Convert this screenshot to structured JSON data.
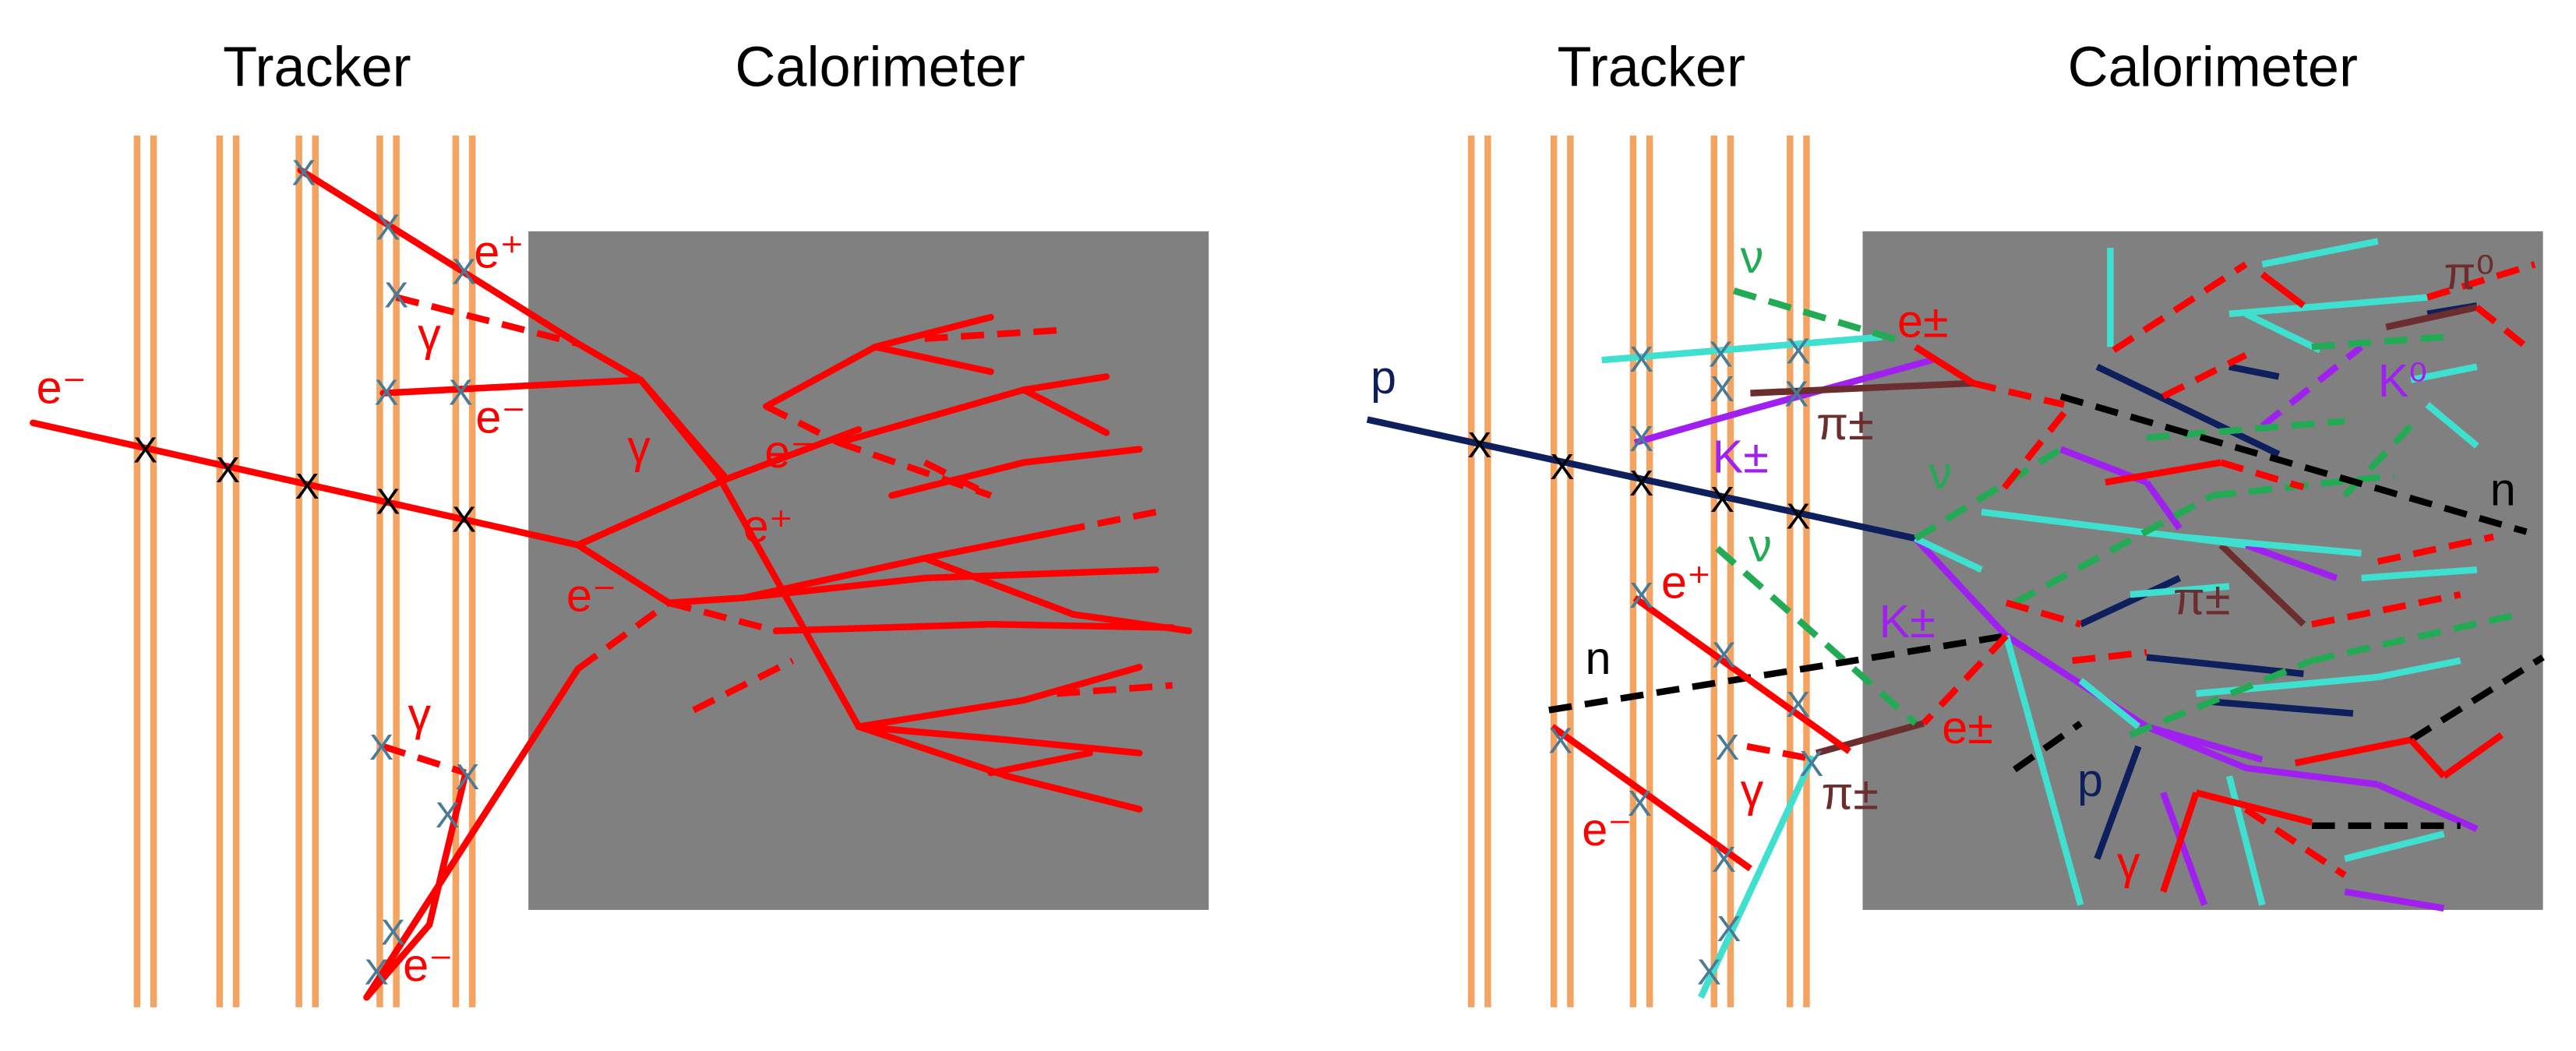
{
  "colors": {
    "tracker": "#F4A460",
    "calorimeter": "#808080",
    "electron": "#FF0000",
    "proton": "#0D1F5C",
    "kaon": "#A020F0",
    "pion_charged": "#6B2D2D",
    "neutrino": "#22AA55",
    "neutron": "#000000",
    "pion_neutral": "#6B2D2D",
    "secondary": "#40E0D0",
    "hit_marker": "#4A7A95",
    "hit_marker_dark": "#000000"
  },
  "left_panel": {
    "tracker_label": "Tracker",
    "calorimeter_label": "Calorimeter",
    "labels": {
      "e_minus_in": "e⁻",
      "e_plus_top": "e⁺",
      "gamma_top": "γ",
      "e_minus_top": "e⁻",
      "gamma_mid": "γ",
      "e_minus_shower": "e⁻",
      "e_plus_shower": "e⁺",
      "e_minus_lower": "e⁻",
      "gamma_bottom": "γ",
      "e_minus_bottom": "e⁻"
    }
  },
  "right_panel": {
    "tracker_label": "Tracker",
    "calorimeter_label": "Calorimeter",
    "labels": {
      "p_in": "p",
      "nu_top": "ν",
      "e_pm_top": "e±",
      "k_pm_top": "K±",
      "pi_pm_top": "π±",
      "nu_mid": "ν",
      "nu_lower": "ν",
      "k_pm_mid": "K±",
      "n_left": "n",
      "e_plus_trk": "e⁺",
      "e_pm_mid": "e±",
      "gamma_trk": "γ",
      "pi_pm_bottom": "π±",
      "e_minus_trk": "e⁻",
      "pi0": "π⁰",
      "k0": "K⁰",
      "n_right": "n",
      "pi_pm_cal": "π±",
      "p_cal": "p",
      "gamma_cal": "γ"
    }
  }
}
